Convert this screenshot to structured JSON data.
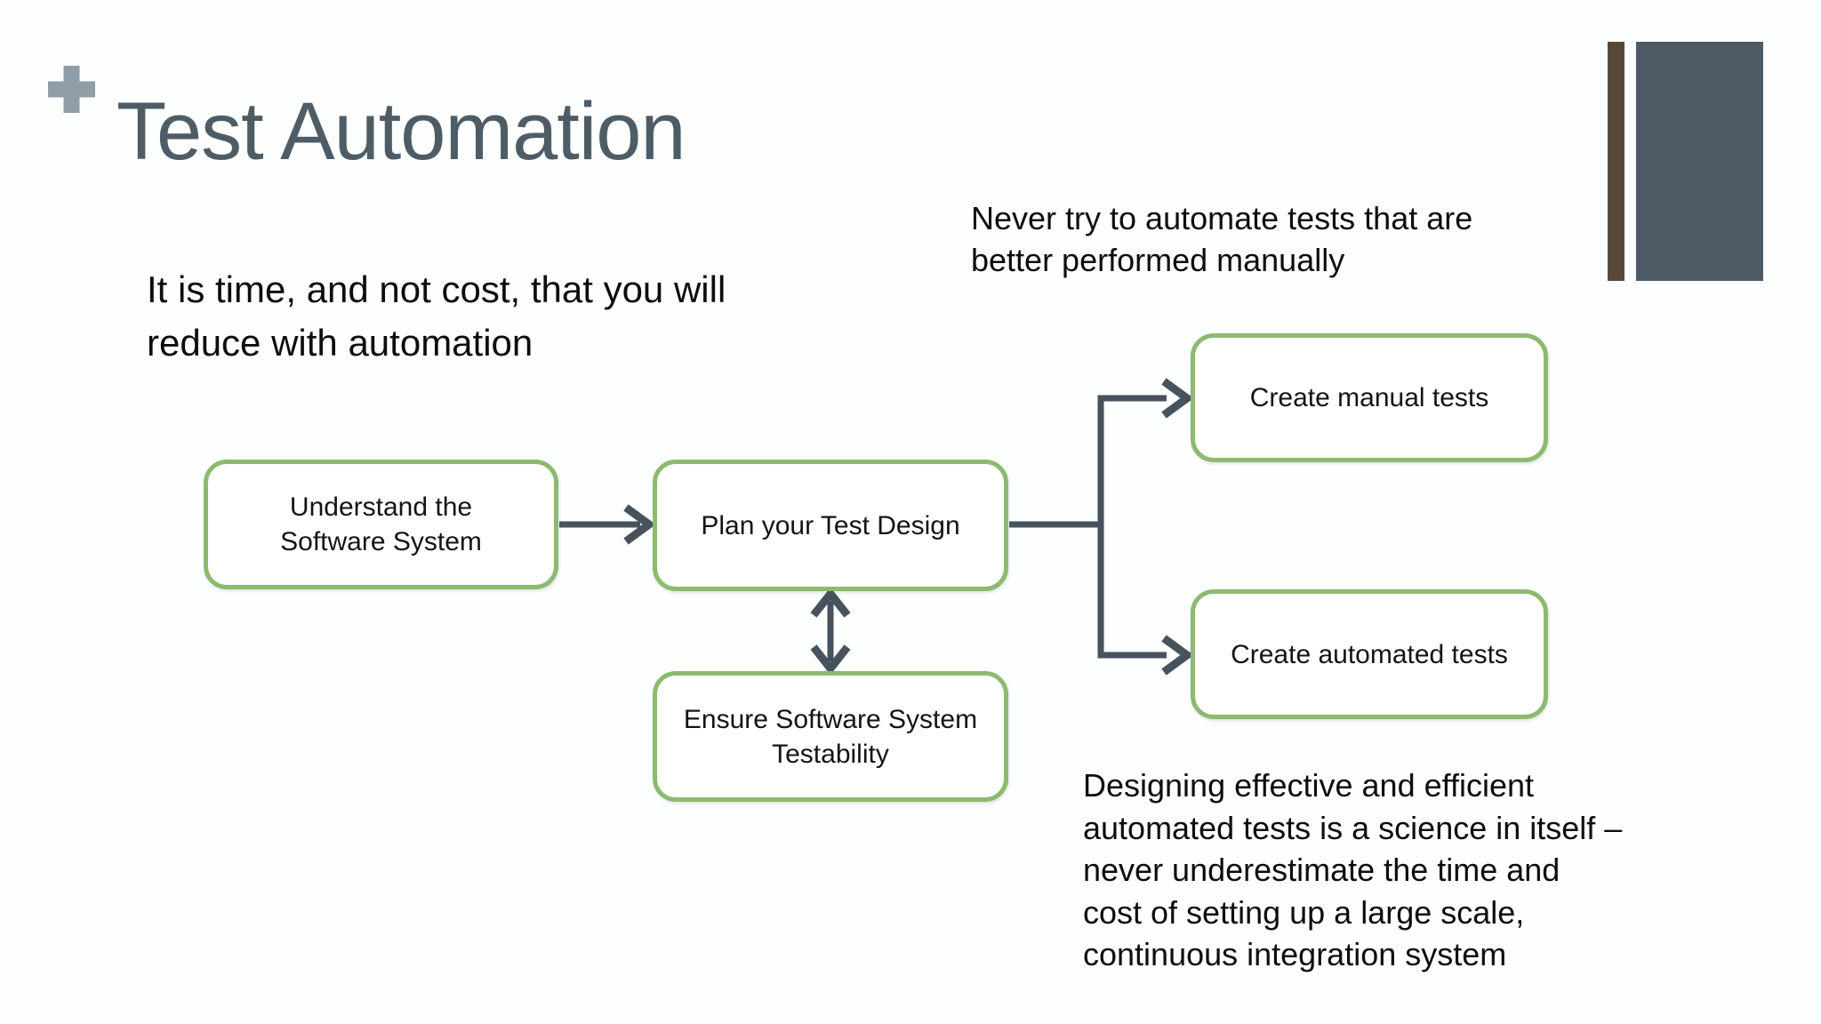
{
  "slide": {
    "title": "Test Automation",
    "intro_note": {
      "lines": [
        "It is time, and not cost, that you will",
        "reduce with automation"
      ]
    },
    "manual_note": {
      "lines": [
        "Never try to automate tests that are",
        "better performed manually"
      ]
    },
    "automation_note": {
      "lines": [
        "Designing effective and efficient",
        "automated tests is a science in itself –",
        "never underestimate the time and",
        "cost of setting up a large scale,",
        "continuous integration system"
      ]
    },
    "flowchart": {
      "nodes": {
        "understand": {
          "lines": [
            "Understand the",
            "Software System"
          ]
        },
        "plan": {
          "lines": [
            "Plan your Test Design"
          ]
        },
        "ensure": {
          "lines": [
            "Ensure Software System",
            "Testability"
          ]
        },
        "create_manual": {
          "lines": [
            "Create manual tests"
          ]
        },
        "create_automated": {
          "lines": [
            "Create automated tests"
          ]
        }
      },
      "connections": [
        "understand -> plan",
        "plan <-> ensure",
        "plan -> create_manual",
        "plan -> create_automated"
      ]
    },
    "icons": {
      "plus": "plus-icon"
    },
    "colors": {
      "title": "#4E5C66",
      "plus": "#8E9DA6",
      "accent_bar_brown": "#564939",
      "accent_bar_gray": "#4D5A66",
      "node_border_green": "#8CBA70",
      "connector": "#47525D",
      "body_text": "#0D0D0D",
      "background": "#FDFEFE"
    }
  }
}
